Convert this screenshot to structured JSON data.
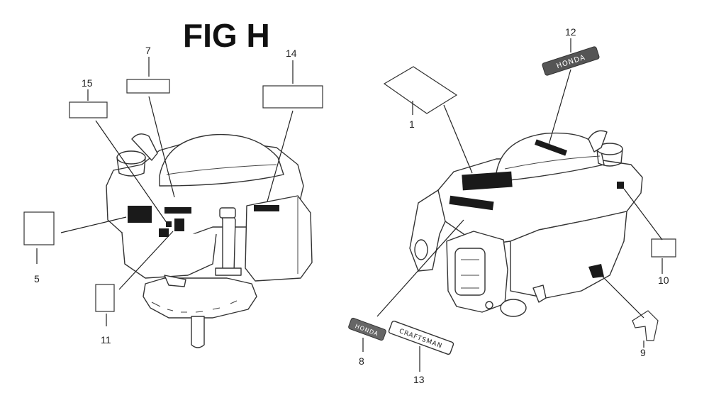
{
  "figure": {
    "title": "FIG H"
  },
  "callouts": {
    "c1": "1",
    "c5": "5",
    "c7": "7",
    "c8": "8",
    "c9": "9",
    "c10": "10",
    "c11": "11",
    "c12": "12",
    "c13": "13",
    "c14": "14",
    "c15": "15"
  },
  "emblems": {
    "honda_small": "HONDA",
    "honda_large": "HONDA",
    "craftsman": "CRAFTSMAN"
  },
  "colors": {
    "ink": "#333333",
    "background": "#ffffff",
    "decal_dark": "#1a1a1a"
  }
}
